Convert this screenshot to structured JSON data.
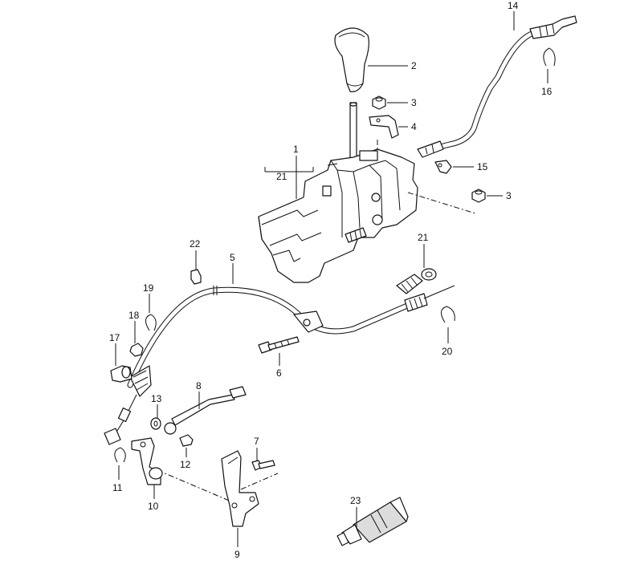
{
  "callouts": {
    "c1": "1",
    "c2": "2",
    "c3a": "3",
    "c3b": "3",
    "c4": "4",
    "c5": "5",
    "c6": "6",
    "c7": "7",
    "c8": "8",
    "c9": "9",
    "c10": "10",
    "c11": "11",
    "c12": "12",
    "c13": "13",
    "c14": "14",
    "c15": "15",
    "c16": "16",
    "c17": "17",
    "c18": "18",
    "c19": "19",
    "c20": "20",
    "c21a": "21",
    "c21b": "21",
    "c22": "22",
    "c23": "23"
  }
}
